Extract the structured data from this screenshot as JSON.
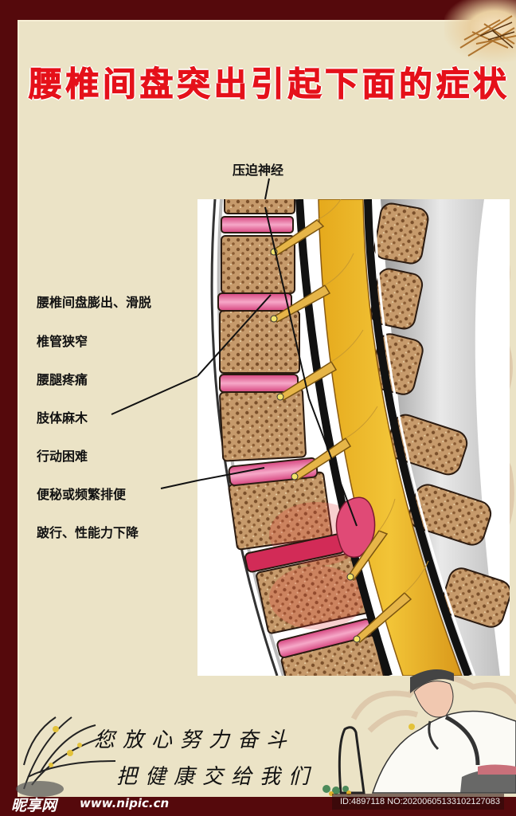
{
  "poster": {
    "title": "腰椎间盘突出引起下面的症状",
    "colors": {
      "frame": "#55090c",
      "panel": "#ebe3c6",
      "title": "#e5111a",
      "disc_pink": "#e0568f",
      "vertebra": "#b88a5c",
      "nerve": "#e8b52a"
    }
  },
  "diagram": {
    "top_label": "压迫神经",
    "symptoms": [
      "腰椎间盘膨出、滑脱",
      "椎管狭窄",
      "腰腿疼痛",
      "肢体麻木",
      "行动困难",
      "便秘或频繁排便",
      "跛行、性能力下降"
    ]
  },
  "slogan": {
    "line1": "您放心努力奋斗",
    "line2": "把健康交给我们"
  },
  "footer": {
    "logo": "昵享网",
    "url": "www.nipic.cn",
    "id_text": "ID:4897118 NO:20200605133102127083"
  }
}
